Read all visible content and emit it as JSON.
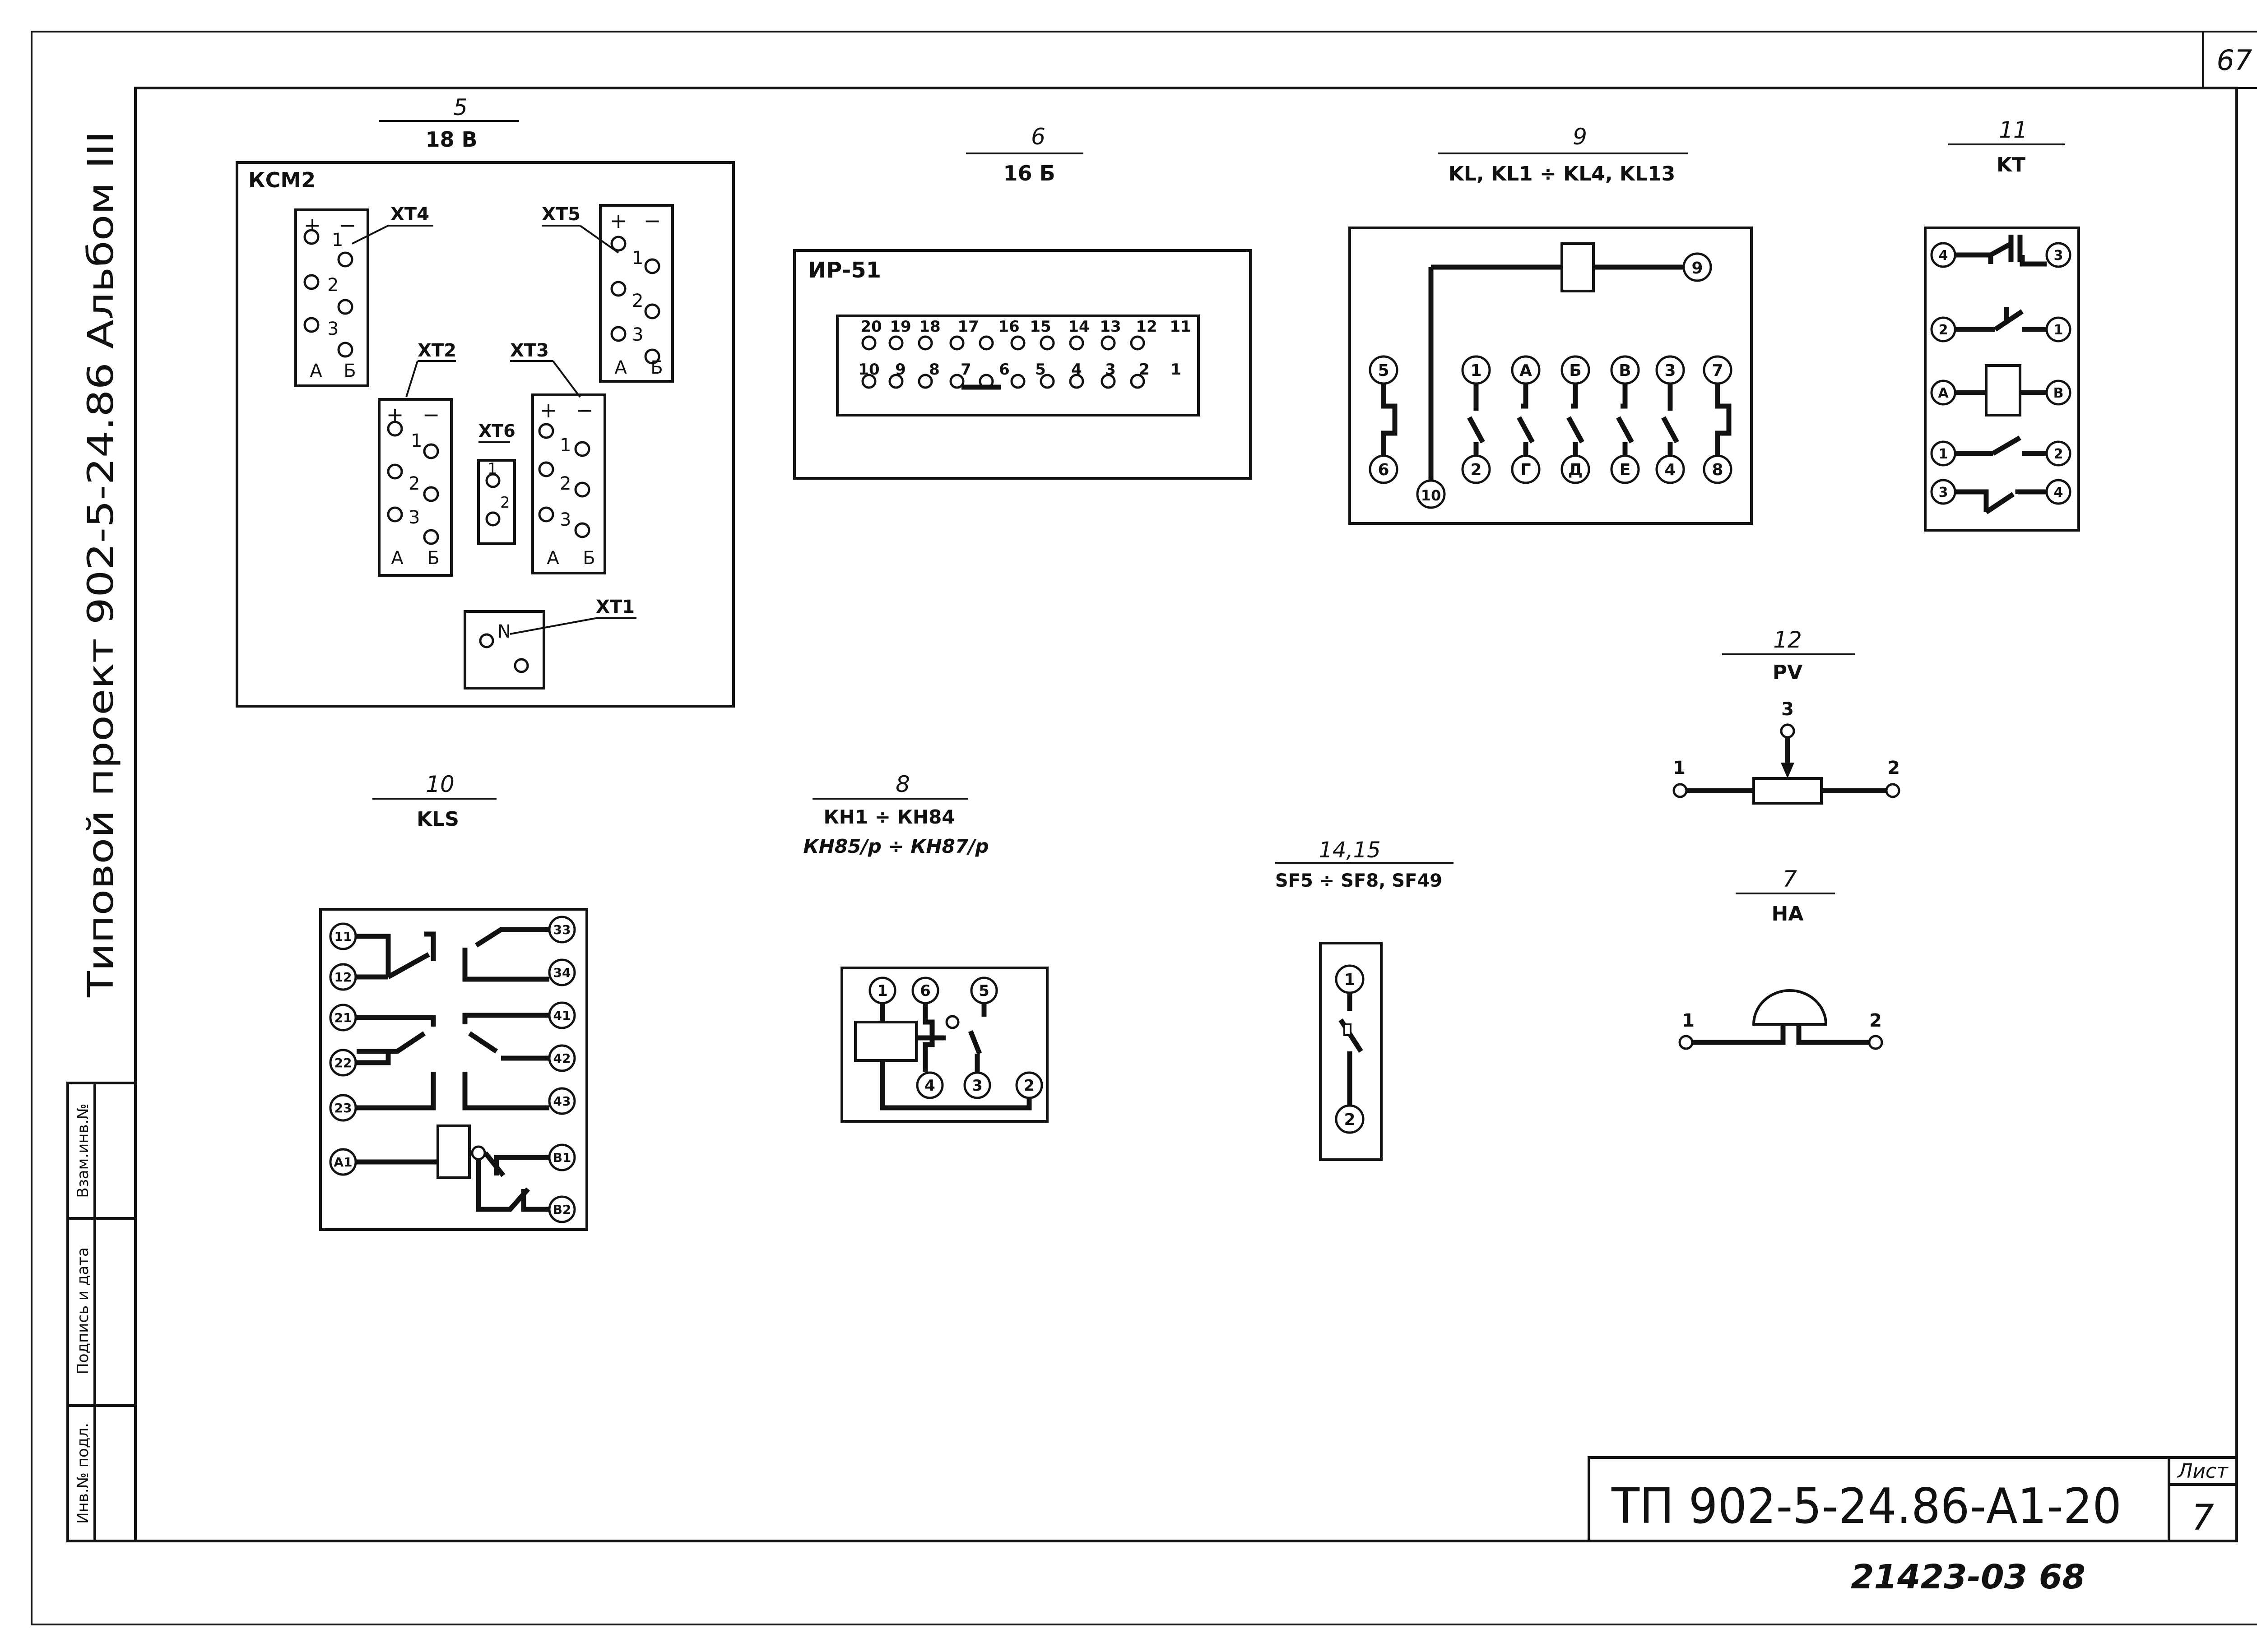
{
  "sheet": {
    "page_corner": "67",
    "side_title": "Типовой   проект 902-5-24.86   Альбом III",
    "stamp_labels": [
      "Взам.инв.№",
      "Подпись и дата",
      "Инв.№ подл."
    ],
    "doc_code": "ТП 902-5-24.86-А1-20",
    "list_label": "Лист",
    "list_number": "7",
    "bottom_number": "21423-03  68"
  },
  "blocks": {
    "b5": {
      "num": "5",
      "sub": "18 В",
      "panel": "КСМ2",
      "xt4": "XT4",
      "xt5": "XT5",
      "xt2": "XT2",
      "xt3": "XT3",
      "xt6": "XT6",
      "xt1": "XT1",
      "plus": "+",
      "minus": "−",
      "n": "N",
      "a": "А",
      "b": "Б",
      "p1": "1",
      "p2": "2",
      "p3": "3"
    },
    "b6": {
      "num": "6",
      "sub": "16 Б",
      "device": "ИР-51",
      "top_pins": [
        "20",
        "19",
        "18",
        "17",
        "16",
        "15",
        "14",
        "13",
        "12",
        "11"
      ],
      "bottom_pins": [
        "10",
        "9",
        "8",
        "7",
        "6",
        "5",
        "4",
        "3",
        "2",
        "1"
      ]
    },
    "b9": {
      "num": "9",
      "sub": "KL, KL1 ÷ KL4, KL13",
      "top": [
        "5",
        "1",
        "А",
        "Б",
        "В",
        "3",
        "7"
      ],
      "bottom": [
        "6",
        "2",
        "Г",
        "Д",
        "Е",
        "4",
        "8"
      ],
      "coil_end": "9",
      "coil_start": "10"
    },
    "b11": {
      "num": "11",
      "sub": "KT",
      "left": [
        "4",
        "2",
        "А",
        "1",
        "3"
      ],
      "right": [
        "3",
        "1",
        "В",
        "2",
        "4"
      ]
    },
    "b12": {
      "num": "12",
      "sub": "PV",
      "t1": "1",
      "t2": "2",
      "t3": "3"
    },
    "b7": {
      "num": "7",
      "sub": "НА",
      "t1": "1",
      "t2": "2"
    },
    "b10": {
      "num": "10",
      "sub": "KLS",
      "left": [
        "11",
        "12",
        "21",
        "22",
        "23",
        "А1"
      ],
      "right": [
        "33",
        "34",
        "41",
        "42",
        "43",
        "В1",
        "В2"
      ]
    },
    "b8": {
      "num": "8",
      "sub": "КН1 ÷ КН84",
      "sub2": "КН85/р ÷ КН87/р",
      "pins": [
        "1",
        "6",
        "5",
        "4",
        "3",
        "2"
      ]
    },
    "b14": {
      "num": "14,15",
      "sub": "SF5 ÷ SF8, SF49",
      "p1": "1",
      "p2": "2"
    }
  }
}
